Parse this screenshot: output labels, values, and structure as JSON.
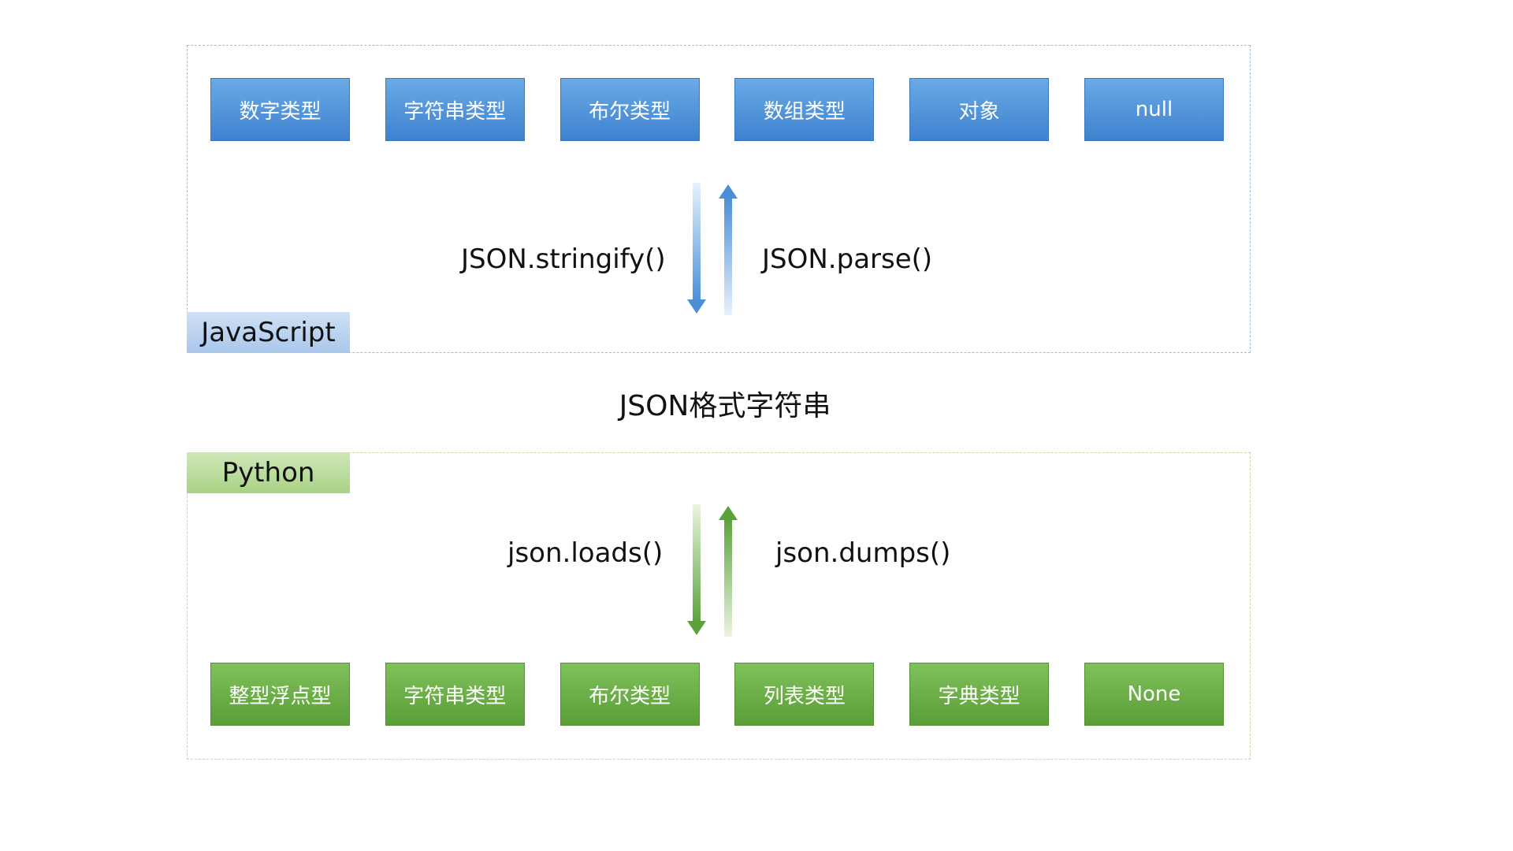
{
  "javascript": {
    "label": "JavaScript",
    "types": [
      "数字类型",
      "字符串类型",
      "布尔类型",
      "数组类型",
      "对象",
      "null"
    ],
    "to_json_method": "JSON.stringify()",
    "from_json_method": "JSON.parse()"
  },
  "center": {
    "label": "JSON格式字符串"
  },
  "python": {
    "label": "Python",
    "types": [
      "整型浮点型",
      "字符串类型",
      "布尔类型",
      "列表类型",
      "字典类型",
      "None"
    ],
    "from_json_method": "json.loads()",
    "to_json_method": "json.dumps()"
  },
  "colors": {
    "js_accent": "#3e82cf",
    "py_accent": "#5a9e37"
  }
}
